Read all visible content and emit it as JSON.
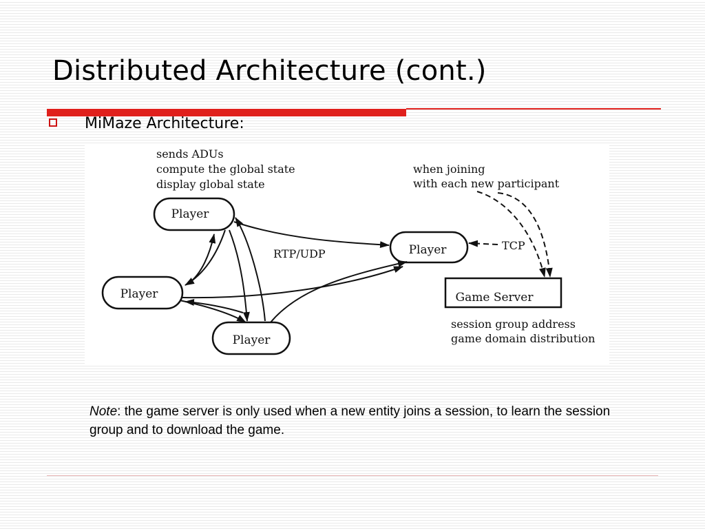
{
  "slide": {
    "title": "Distributed Architecture (cont.)",
    "bullet": "MiMaze Architecture:",
    "note_label": "Note",
    "note_text": ": the game server is only used when a new entity joins a session, to learn the session group and to download the game."
  },
  "diagram": {
    "nodes": {
      "player_top": "Player",
      "player_left": "Player",
      "player_bottom": "Player",
      "player_right": "Player",
      "game_server": "Game Server"
    },
    "annotations": {
      "player_notes": [
        "sends ADUs",
        "compute the global state",
        "display global state"
      ],
      "join_notes": [
        "when joining",
        "with each new participant"
      ],
      "rtp_label": "RTP/UDP",
      "tcp_label": "TCP",
      "server_notes": [
        "session group address",
        "game domain distribution"
      ]
    }
  },
  "colors": {
    "accent_red": "#e0201c",
    "bullet_red": "#cc1111",
    "background_stripe": "#e9e9e9"
  }
}
